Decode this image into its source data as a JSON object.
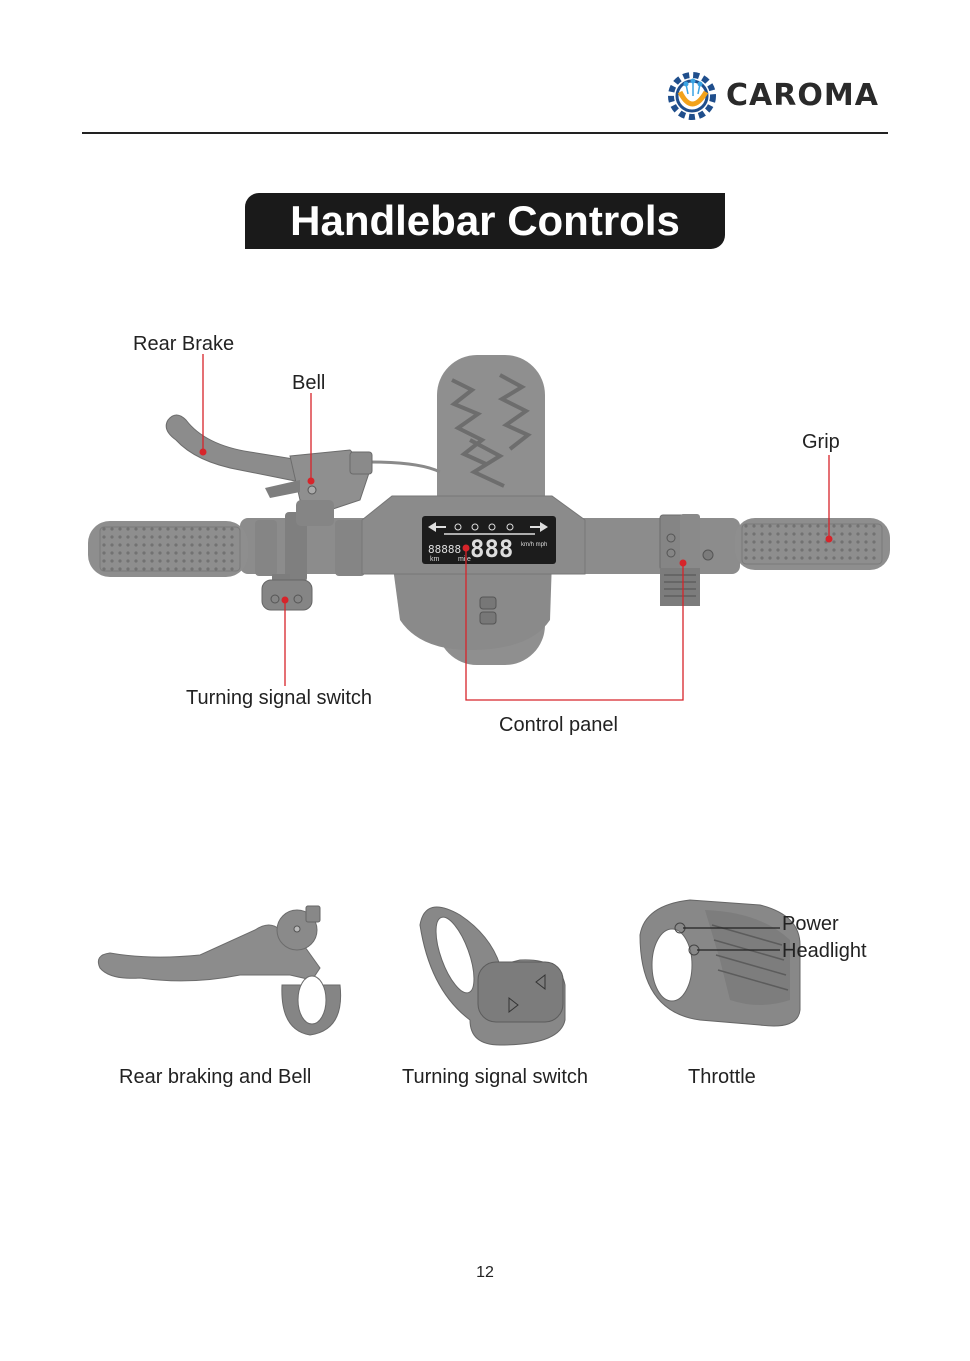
{
  "brand": {
    "name": "CAROMA"
  },
  "page": {
    "title": "Handlebar Controls",
    "number": "12"
  },
  "callouts": {
    "rear_brake": "Rear Brake",
    "bell": "Bell",
    "grip": "Grip",
    "turning_signal_switch": "Turning signal switch",
    "control_panel": "Control panel"
  },
  "details": {
    "brake_caption": "Rear braking and Bell",
    "signal_caption": "Turning signal switch",
    "throttle_caption": "Throttle",
    "power_label": "Power",
    "headlight_label": "Headlight"
  },
  "display": {
    "speed_digits": "888",
    "odometer_digits": "88888",
    "unit_speed": "km/h mph",
    "unit_km": "km",
    "unit_mile": "mile"
  },
  "colors": {
    "accent": "#d7242a",
    "device": "#8e8e8e",
    "dark": "#1a1a1a"
  }
}
